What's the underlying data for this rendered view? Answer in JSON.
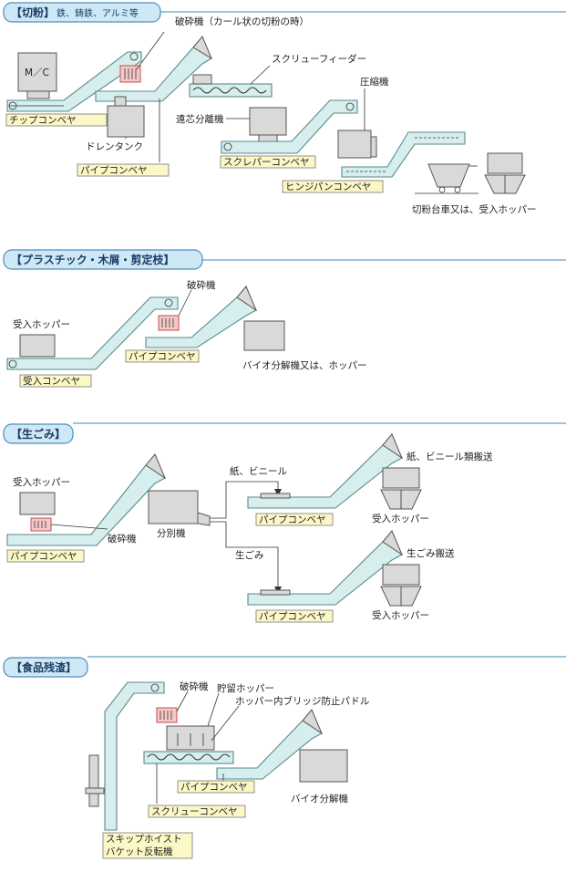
{
  "sections": [
    {
      "title": "【切粉】",
      "subtitle": "鉄、鋳鉄、アルミ等",
      "labels": {
        "mc": "M／C",
        "crusher": "破砕機（カール状の切粉の時）",
        "screw_feeder": "スクリューフィーダー",
        "compressor": "圧縮機",
        "separator": "遠芯分離機",
        "drain_tank": "ドレンタンク",
        "chip_conveyor": "チップコンベヤ",
        "pipe_conveyor": "パイプコンベヤ",
        "scraper_conveyor": "スクレパーコンベヤ",
        "hinge_conveyor": "ヒンジパンコンベヤ",
        "cart_hopper": "切粉台車又は、受入ホッパー"
      }
    },
    {
      "title": "【プラスチック・木屑・剪定枝】",
      "labels": {
        "crusher": "破砕機",
        "receiving_hopper": "受入ホッパー",
        "pipe_conveyor": "パイプコンベヤ",
        "bio_or_hopper": "バイオ分解機又は、ホッパー",
        "receiving_conveyor": "受入コンベヤ"
      }
    },
    {
      "title": "【生ごみ】",
      "labels": {
        "receiving_hopper": "受入ホッパー",
        "paper_vinyl": "紙、ビニール",
        "paper_vinyl_transport": "紙、ビニール類搬送",
        "receiving_hopper_2": "受入ホッパー",
        "pipe_conveyor_a": "パイプコンベヤ",
        "crusher": "破砕機",
        "sorter": "分別機",
        "pipe_conveyor_b": "パイプコンベヤ",
        "garbage": "生ごみ",
        "garbage_transport": "生ごみ搬送",
        "pipe_conveyor_c": "パイプコンベヤ",
        "receiving_hopper_3": "受入ホッパー"
      }
    },
    {
      "title": "【食品残渣】",
      "labels": {
        "crusher": "破砕機",
        "storage_hopper": "貯留ホッパー",
        "bridge_paddle": "ホッパー内ブリッジ防止パドル",
        "pipe_conveyor": "パイプコンベヤ",
        "bio": "バイオ分解機",
        "screw_conveyor": "スクリューコンベヤ",
        "skip_hoist": "スキップホイスト",
        "bucket_tipper": "バケット反転機"
      }
    }
  ]
}
